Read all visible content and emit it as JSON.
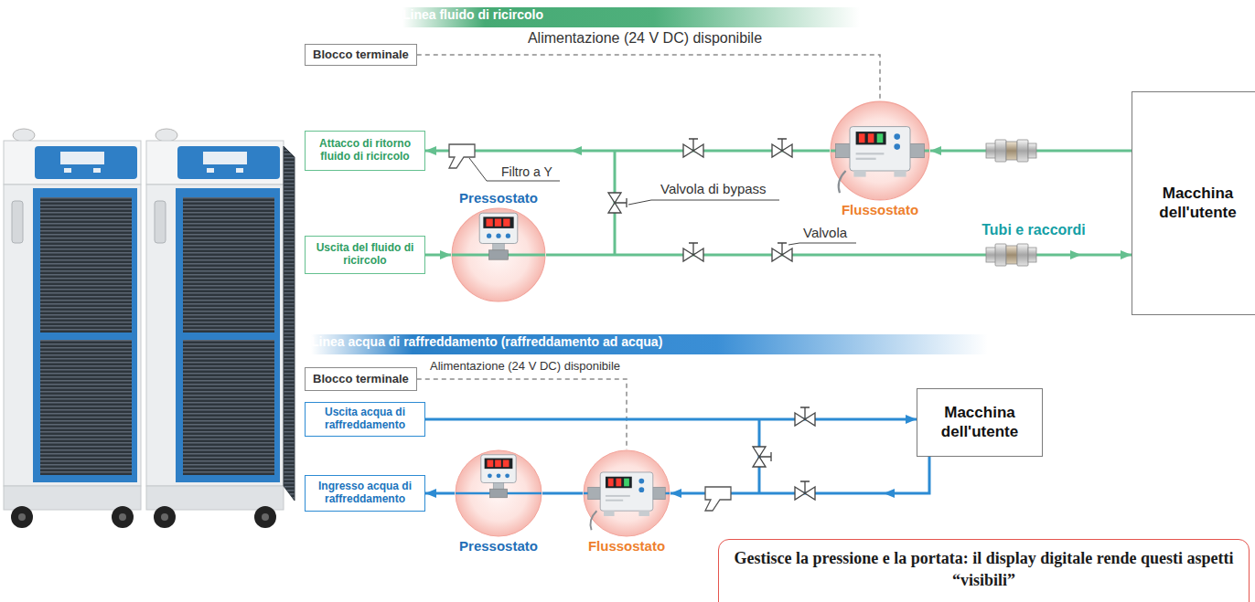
{
  "diagram": {
    "nodes": [
      {
        "text": [
          "Linea fluido di ricircolo"
        ]
      },
      {
        "text": [
          "Blocco terminale"
        ]
      },
      {
        "text": [
          "Attacco di ritorno fluido di ricircolo"
        ]
      },
      {
        "text": [
          "Flussostato"
        ]
      },
      {
        "text": [
          "Pressostato"
        ]
      },
      {
        "text": [
          "Uscita del fluido di ricircolo"
        ]
      },
      {
        "text": [
          "Macchina dell'utente"
        ]
      },
      {
        "text": [
          "Linea acqua di raffreddamento (raffreddamento ad acqua)"
        ]
      },
      {
        "text": [
          "Blocco terminale"
        ]
      },
      {
        "text": [
          "Uscita acqua di raffreddamento"
        ]
      },
      {
        "text": [
          "Macchina dell'utente"
        ]
      },
      {
        "text": [
          "Ingresso acqua di raffreddamento"
        ]
      },
      {
        "text": [
          "Pressostato"
        ]
      },
      {
        "text": [
          "Flussostato"
        ]
      },
      {
        "text": [
          "Gestisce la pressione e la portata: il display digitale rende questi aspetti “visibili”"
        ]
      }
    ],
    "edges": [
      {
        "from": 1,
        "to": 3,
        "arrow": "none"
      },
      {
        "from": 6,
        "to": 3,
        "arrow": "to"
      },
      {
        "from": 3,
        "to": 2,
        "arrow": "to"
      },
      {
        "from": 5,
        "to": 4,
        "arrow": "to"
      },
      {
        "from": 4,
        "to": 6,
        "arrow": "to"
      },
      {
        "from": 8,
        "to": 13,
        "arrow": "none"
      },
      {
        "from": 9,
        "to": 10,
        "arrow": "to"
      },
      {
        "from": 10,
        "to": 13,
        "arrow": "to"
      },
      {
        "from": 13,
        "to": 12,
        "arrow": "none"
      },
      {
        "from": 12,
        "to": 11,
        "arrow": "to"
      }
    ],
    "labels": [
      "Alimentazione (24 V DC) disponibile",
      "Filtro a Y",
      "Valvola di bypass",
      "Valvola",
      "Tubi e raccordi",
      "Alimentazione (24 V DC) disponibile"
    ]
  }
}
